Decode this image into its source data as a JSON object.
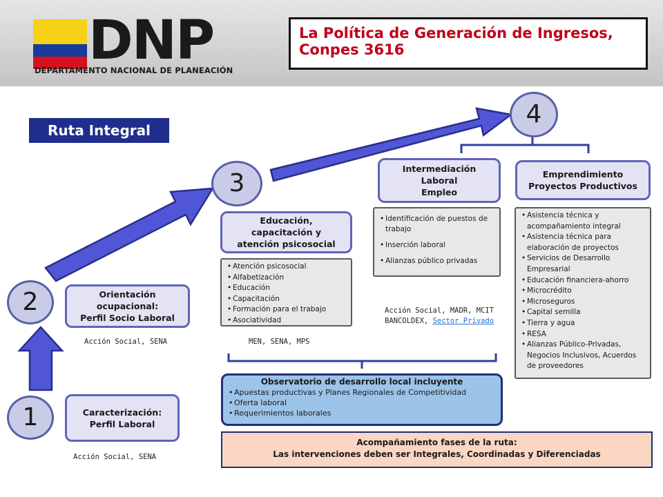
{
  "header": {
    "logo_text": "DNP",
    "logo_subtitle": "DEPARTAMENTO NACIONAL DE PLANEACIÓN",
    "flag_colors": [
      "#f7d117",
      "#1a3a9c",
      "#d4111e"
    ],
    "title_line1": "La Política de Generación de Ingresos,",
    "title_line2": "Conpes 3616"
  },
  "ruta_label": "Ruta Integral",
  "steps": {
    "one": {
      "number": "1",
      "stage_line1": "Caracterización:",
      "stage_line2": "Perfil Laboral",
      "actors": "Acción Social, SENA"
    },
    "two": {
      "number": "2",
      "stage_line1": "Orientación",
      "stage_line2": "ocupacional:",
      "stage_line3": "Perfil Socio Laboral",
      "actors": "Acción Social, SENA"
    },
    "three": {
      "number": "3",
      "stage_line1": "Educación,",
      "stage_line2": "capacitación y",
      "stage_line3": "atención psicosocial",
      "items": [
        "Atención psicosocial",
        "Alfabetización",
        "Educación",
        "Capacitación",
        "Formación para el trabajo",
        "Asociatividad"
      ],
      "actors": "MEN, SENA, MPS"
    },
    "four": {
      "number": "4",
      "empleo": {
        "stage_line1": "Intermediación",
        "stage_line2": "Laboral",
        "stage_line3": "Empleo",
        "items": [
          "Identificación de puestos de trabajo",
          "Inserción laboral",
          "Alianzas público privadas"
        ],
        "actors_line1": "Acción Social, MADR, MCIT",
        "actors_line2": "BANCOLDEX,",
        "actors_link": "Sector Privado"
      },
      "emprendimiento": {
        "stage_line1": "Emprendimiento",
        "stage_line2": "Proyectos Productivos",
        "items": [
          "Asistencia técnica y acompañamiento integral",
          "Asistencia técnica para elaboración de proyectos",
          "Servicios de Desarrollo Empresarial",
          "Educación financiera-ahorro",
          "Microcrédito",
          "Microseguros",
          "Capital semilla",
          "Tierra y agua",
          "RESA",
          "Alianzas Público-Privadas, Negocios Inclusivos, Acuerdos de proveedores"
        ]
      }
    }
  },
  "observatorio": {
    "title": "Observatorio de desarrollo local incluyente",
    "items": [
      "Apuestas productivas y Planes Regionales de Competitividad",
      "Oferta laboral",
      "Requerimientos laborales"
    ]
  },
  "acompanamiento": {
    "line1": "Acompañamiento fases de la ruta:",
    "line2": "Las intervenciones deben ser Integrales, Coordinadas y Diferenciadas"
  },
  "colors": {
    "arrow": "#5056d6",
    "arrow_border": "#2a2e8a",
    "title_red": "#c0001a",
    "ruta_bg": "#1f2e8c"
  }
}
